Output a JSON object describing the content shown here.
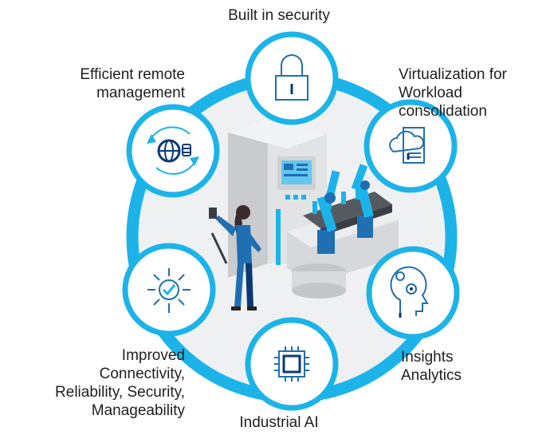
{
  "labels": {
    "security": "Built in security",
    "virtualization": "Virtualization for\nWorkload\nconsolidation",
    "remote": "Efficient remote\nmanagement",
    "insights": "Insights\nAnalytics",
    "connectivity": "Improved\nConnectivity,\nReliability, Security,\nManageability",
    "ai": "Industrial AI"
  },
  "colors": {
    "accent": "#1cb4e8",
    "ring_fill": "#eef0f2",
    "icon_stroke": "#1f6fb2",
    "icon_dark": "#0b3a73"
  },
  "icons": {
    "security": "padlock-icon",
    "virtualization": "cloud-document-icon",
    "remote": "globe-database-sync-icon",
    "insights": "head-gears-icon",
    "connectivity": "check-arrows-icon",
    "ai": "chip-icon"
  }
}
